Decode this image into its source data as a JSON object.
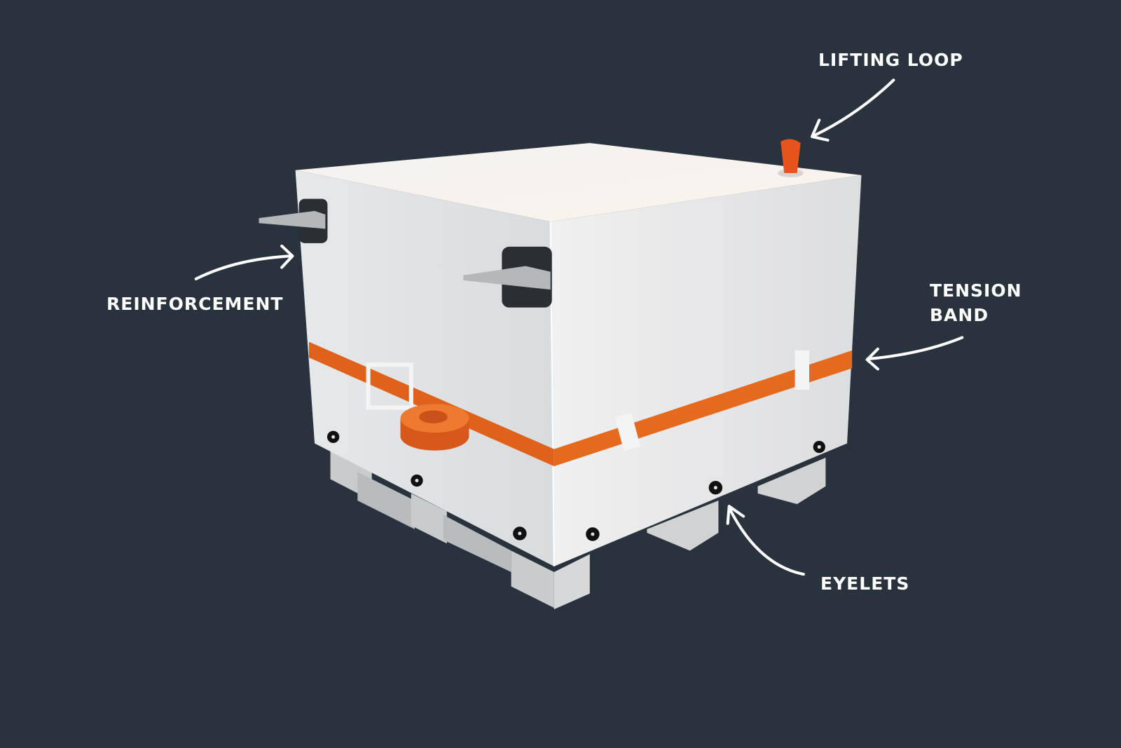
{
  "labels": {
    "lifting_loop": "LIFTING LOOP",
    "reinforcement": "REINFORCEMENT",
    "tension_band_line1": "TENSION",
    "tension_band_line2": "BAND",
    "eyelets": "EYELETS"
  },
  "colors": {
    "background": "#28333d",
    "box": "#e4e5e6",
    "accent": "#e0621a"
  }
}
